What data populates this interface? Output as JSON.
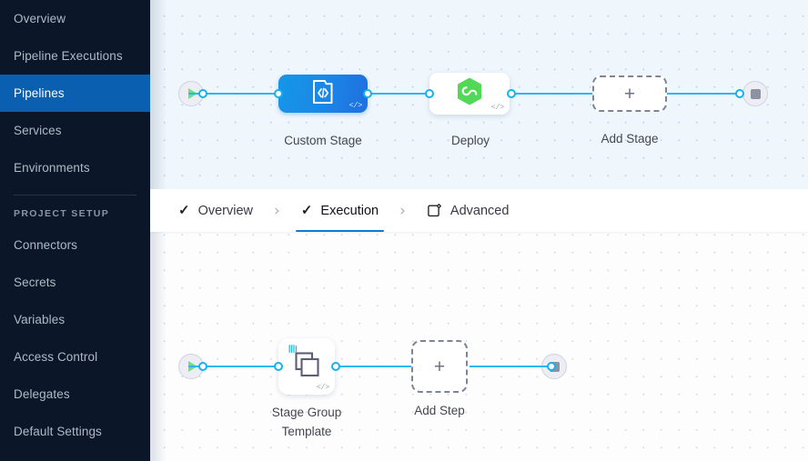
{
  "sidebar": {
    "items": [
      {
        "label": "Overview",
        "name": "sidebar-item-overview",
        "active": false
      },
      {
        "label": "Pipeline Executions",
        "name": "sidebar-item-pipeline-executions",
        "active": false
      },
      {
        "label": "Pipelines",
        "name": "sidebar-item-pipelines",
        "active": true
      },
      {
        "label": "Services",
        "name": "sidebar-item-services",
        "active": false
      },
      {
        "label": "Environments",
        "name": "sidebar-item-environments",
        "active": false
      }
    ],
    "section_label": "PROJECT SETUP",
    "setup_items": [
      {
        "label": "Connectors",
        "name": "sidebar-item-connectors"
      },
      {
        "label": "Secrets",
        "name": "sidebar-item-secrets"
      },
      {
        "label": "Variables",
        "name": "sidebar-item-variables"
      },
      {
        "label": "Access Control",
        "name": "sidebar-item-access-control"
      },
      {
        "label": "Delegates",
        "name": "sidebar-item-delegates"
      },
      {
        "label": "Default Settings",
        "name": "sidebar-item-default-settings"
      }
    ],
    "colors": {
      "background": "#0b1628",
      "active": "#0a5fb0",
      "text": "#b0b9c6"
    }
  },
  "tabs": {
    "items": [
      {
        "label": "Overview",
        "icon": "check-icon",
        "active": false
      },
      {
        "label": "Execution",
        "icon": "check-icon",
        "active": true
      },
      {
        "label": "Advanced",
        "icon": "advanced-settings-icon",
        "active": false
      }
    ],
    "separator": "›",
    "check_glyph": "✓",
    "active_underline_color": "#0a7ad6"
  },
  "stage_canvas": {
    "start_node": {
      "name": "pipeline-start-node",
      "icon": "play-icon"
    },
    "end_node": {
      "name": "pipeline-end-node",
      "icon": "stop-icon"
    },
    "nodes": [
      {
        "label": "Custom Stage",
        "type": "custom-stage",
        "icon": "template-code-icon",
        "badge": "</>"
      },
      {
        "label": "Deploy",
        "type": "deploy-stage",
        "icon": "harness-cd-hexagon-icon",
        "badge": "</>"
      },
      {
        "label": "Add Stage",
        "type": "add-stage",
        "icon": "plus-icon",
        "plus": "+"
      }
    ]
  },
  "step_canvas": {
    "start_node": {
      "name": "execution-start-node",
      "icon": "play-icon"
    },
    "end_node": {
      "name": "execution-end-node",
      "icon": "stop-icon"
    },
    "nodes": [
      {
        "label_line1": "Stage Group",
        "label_line2": "Template",
        "type": "stage-group-template",
        "icon": "stacked-squares-icon",
        "badge": "</>"
      },
      {
        "label_line1": "Add Step",
        "label_line2": "",
        "type": "add-step",
        "icon": "plus-icon",
        "plus": "+"
      }
    ]
  },
  "colors": {
    "link": "#2bb8f2",
    "port_stroke": "#17b0f0",
    "custom_stage_gradient_from": "#1496e8",
    "custom_stage_gradient_to": "#1f6fe0",
    "deploy_hex": "#52d857",
    "canvas_top_bg": "#eff6fc",
    "canvas_bottom_bg": "#fdfdfe"
  }
}
